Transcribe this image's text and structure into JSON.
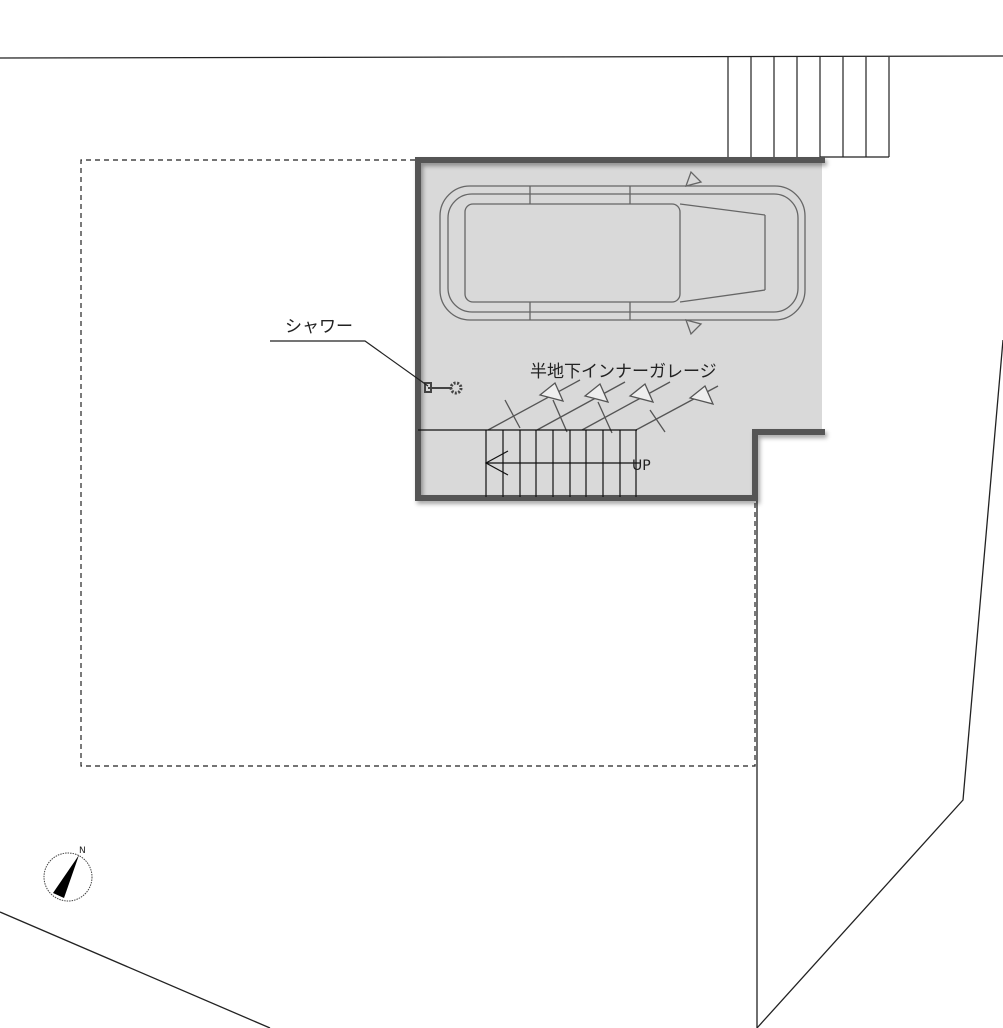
{
  "labels": {
    "shower": "シャワー",
    "garage": "半地下インナーガレージ",
    "stairs_up": "UP",
    "north": "N"
  },
  "colors": {
    "wall": "#555555",
    "floor": "#d9d9d9",
    "line": "#222222"
  },
  "icons": {
    "north_arrow": "north-arrow-icon",
    "car": "car-icon",
    "bicycles": "bicycle-icon",
    "shower": "shower-icon"
  }
}
